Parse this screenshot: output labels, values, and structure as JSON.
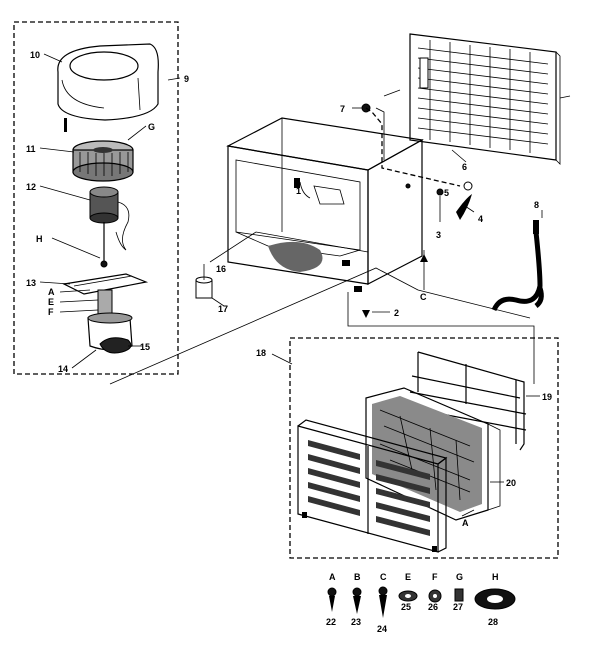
{
  "callouts": {
    "c1": "1",
    "c2": "2",
    "c3": "3",
    "c4": "4",
    "c5": "5",
    "c6": "6",
    "c7": "7",
    "c8": "8",
    "c9": "9",
    "c10": "10",
    "c11": "11",
    "c12": "12",
    "c13": "13",
    "c14": "14",
    "c15": "15",
    "c16": "16",
    "c17": "17",
    "c18": "18",
    "c19": "19",
    "c20": "20",
    "cG": "G",
    "cH": "H",
    "cA": "A",
    "cE": "E",
    "cF": "F",
    "cC": "C",
    "cA2": "A"
  },
  "hardware": [
    {
      "letter": "A",
      "number": "22"
    },
    {
      "letter": "B",
      "number": "23"
    },
    {
      "letter": "C",
      "number": "24"
    },
    {
      "letter": "E",
      "number": "25"
    },
    {
      "letter": "F",
      "number": "26"
    },
    {
      "letter": "G",
      "number": "27"
    },
    {
      "letter": "H",
      "number": "28"
    }
  ]
}
